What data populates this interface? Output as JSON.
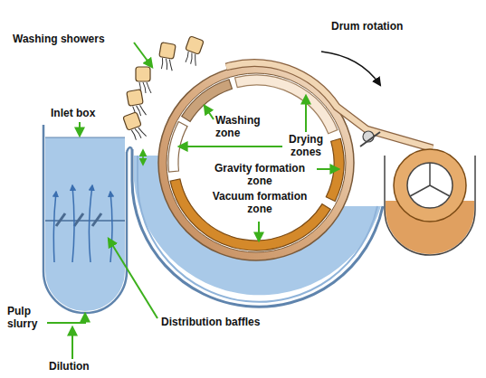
{
  "diagram": {
    "labels": [
      "Drum rotation",
      "Washing showers",
      "Inlet box",
      "Washing zone",
      "Drying zones",
      "Gravity formation zone",
      "Vacuum formation zone",
      "Distribution baffles",
      "Pulp slurry",
      "Dilution"
    ]
  }
}
